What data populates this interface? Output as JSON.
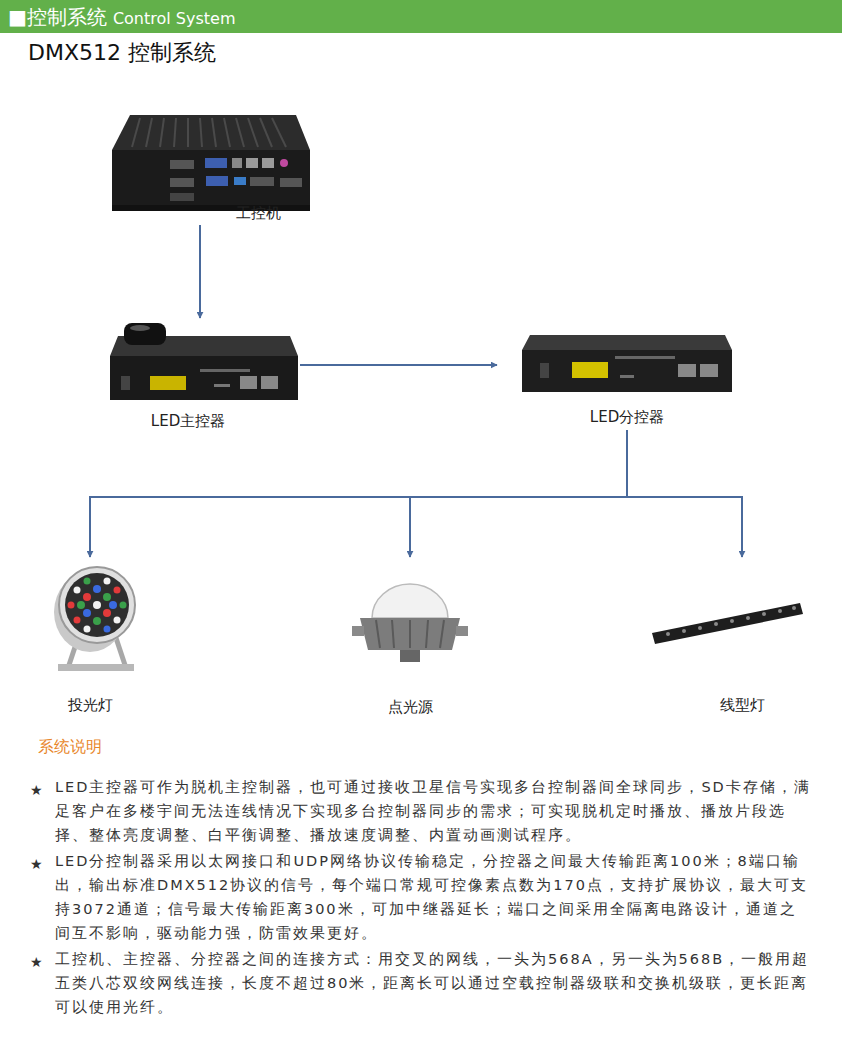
{
  "diagram": {
    "title": "DMX512 控制系统",
    "nodes": [
      {
        "text": [
          "工控机"
        ]
      },
      {
        "text": [
          "LED主控器"
        ]
      },
      {
        "text": [
          "LED分控器"
        ]
      },
      {
        "text": [
          "投光灯"
        ]
      },
      {
        "text": [
          "点光源"
        ]
      },
      {
        "text": [
          "线型灯"
        ]
      }
    ],
    "edges": [
      {
        "from": 0,
        "to": 1,
        "arrow": "to"
      },
      {
        "from": 1,
        "to": 2,
        "arrow": "to"
      },
      {
        "from": 2,
        "to": 3,
        "arrow": "to"
      },
      {
        "from": 2,
        "to": 4,
        "arrow": "to"
      },
      {
        "from": 2,
        "to": 5,
        "arrow": "to"
      }
    ],
    "labels": [
      "■控制系统",
      "Control System",
      "系统说明",
      "★",
      "LED主控器可作为脱机主控制器，也可通过接收卫星信号实现多台控制器间全球同步，SD卡存储，满足客户在多楼宇间无法连线情况下实现多台控制器同步的需求；可实现脱机定时播放、播放片段选择、整体亮度调整、白平衡调整、播放速度调整、内置动画测试程序。",
      "★",
      "LED分控制器采用以太网接口和UDP网络协议传输稳定，分控器之间最大传输距离100米；8端口输出，输出标准DMX512协议的信号，每个端口常规可控像素点数为170点，支持扩展协议，最大可支持3072通道；信号最大传输距离300米，可加中继器延长；端口之间采用全隔离电路设计，通道之间互不影响，驱动能力强，防雷效果更好。",
      "★",
      "工控机、主控器、分控器之间的连接方式：用交叉的网线，一头为568A，另一头为568B，一般用超五类八芯双绞网线连接，长度不超过80米，距离长可以通过空载控制器级联和交换机级联，更长距离可以使用光纤。"
    ]
  }
}
